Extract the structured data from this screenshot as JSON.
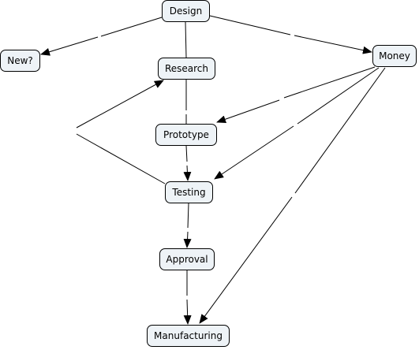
{
  "nodes": {
    "design": "Design",
    "new": "New?",
    "research": "Research",
    "money": "Money",
    "prototype": "Prototype",
    "testing": "Testing",
    "approval": "Approval",
    "manufacturing": "Manufacturing"
  },
  "edges": [
    {
      "from": "design",
      "to": "new",
      "arrow": true
    },
    {
      "from": "design",
      "to": "money",
      "arrow": true
    },
    {
      "from": "design",
      "to": "research",
      "arrow": false
    },
    {
      "from": "research",
      "to": "prototype",
      "arrow": false
    },
    {
      "from": "testing",
      "to": "research",
      "arrow": true
    },
    {
      "from": "money",
      "to": "prototype",
      "arrow": true
    },
    {
      "from": "money",
      "to": "testing",
      "arrow": true
    },
    {
      "from": "money",
      "to": "manufacturing",
      "arrow": true
    },
    {
      "from": "prototype",
      "to": "testing",
      "arrow": true
    },
    {
      "from": "testing",
      "to": "approval",
      "arrow": true
    },
    {
      "from": "approval",
      "to": "manufacturing",
      "arrow": true
    }
  ]
}
